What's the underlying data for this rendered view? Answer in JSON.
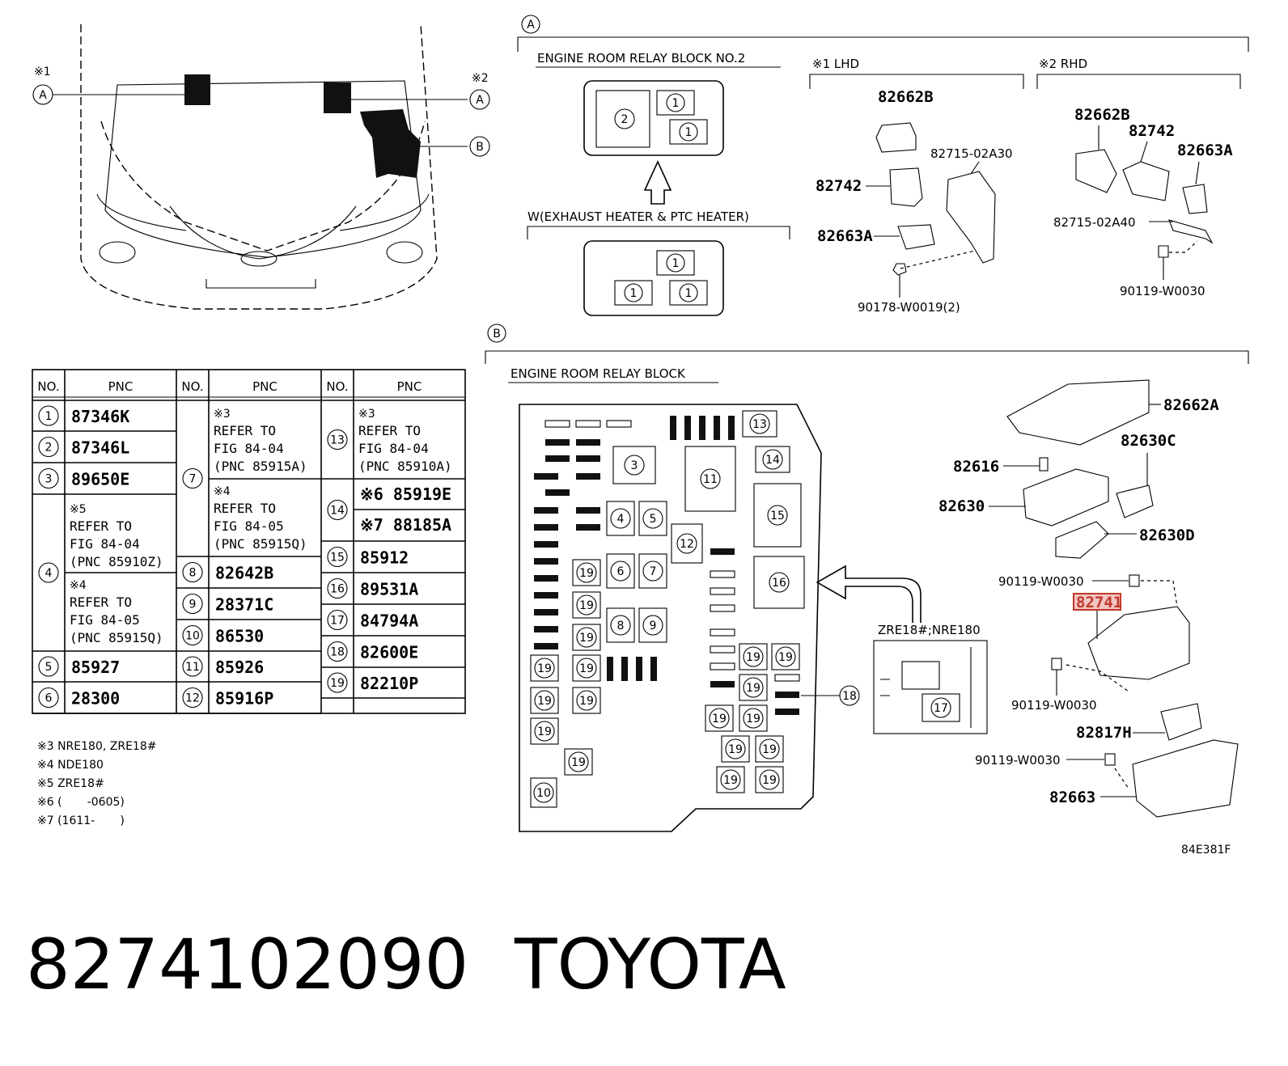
{
  "overview": {
    "note1": "※1",
    "note2": "※2",
    "callouts": [
      "A",
      "A",
      "B"
    ]
  },
  "section_a": {
    "marker": "A",
    "relay_block_title": "ENGINE ROOM RELAY BLOCK NO.2",
    "variant_label": "W(EXHAUST HEATER & PTC HEATER)",
    "lhd_label": "※1 LHD",
    "rhd_label": "※2 RHD",
    "block1_numbers": [
      "2",
      "1",
      "1"
    ],
    "block2_numbers": [
      "1",
      "1",
      "1"
    ],
    "lhd_parts": [
      "82662B",
      "82715-02A30",
      "82742",
      "82663A",
      "90178-W0019(2)"
    ],
    "rhd_parts": [
      "82662B",
      "82742",
      "82663A",
      "82715-02A40",
      "90119-W0030"
    ]
  },
  "section_b": {
    "marker": "B",
    "relay_block_title": "ENGINE ROOM RELAY BLOCK",
    "variant_label": "ZRE18#;NRE180",
    "slot_numbers": [
      "13",
      "3",
      "11",
      "14",
      "15",
      "4",
      "5",
      "12",
      "6",
      "7",
      "16",
      "8",
      "9",
      "17",
      "18",
      "10"
    ],
    "slot19": "19",
    "parts": [
      "82662A",
      "82630C",
      "82616",
      "82630",
      "82630D",
      "90119-W0030",
      "82741",
      "90119-W0030",
      "82817H",
      "90119-W0030",
      "82663"
    ],
    "highlight_part": "82741",
    "figure_code": "84E381F"
  },
  "table": {
    "headers": [
      "NO.",
      "PNC",
      "NO.",
      "PNC",
      "NO.",
      "PNC"
    ],
    "col1": [
      {
        "no": "1",
        "pnc": "87346K"
      },
      {
        "no": "2",
        "pnc": "87346L"
      },
      {
        "no": "3",
        "pnc": "89650E"
      },
      {
        "no": "4",
        "ref1": [
          "※5",
          "REFER TO",
          "FIG 84-04",
          "(PNC 85910Z)"
        ],
        "ref2": [
          "※4",
          "REFER TO",
          "FIG 84-05",
          "(PNC 85915Q)"
        ]
      },
      {
        "no": "5",
        "pnc": "85927"
      },
      {
        "no": "6",
        "pnc": "28300"
      }
    ],
    "col2": [
      {
        "no": "7",
        "ref1": [
          "※3",
          "REFER TO",
          "FIG 84-04",
          "(PNC 85915A)"
        ],
        "ref2": [
          "※4",
          "REFER TO",
          "FIG 84-05",
          "(PNC 85915Q)"
        ]
      },
      {
        "no": "8",
        "pnc": "82642B"
      },
      {
        "no": "9",
        "pnc": "28371C"
      },
      {
        "no": "10",
        "pnc": "86530"
      },
      {
        "no": "11",
        "pnc": "85926"
      },
      {
        "no": "12",
        "pnc": "85916P"
      }
    ],
    "col3": [
      {
        "no": "13",
        "ref1": [
          "※3",
          "REFER TO",
          "FIG 84-04",
          "(PNC 85910A)"
        ]
      },
      {
        "no": "14",
        "pnc_a": "※6 85919E",
        "pnc_b": "※7 88185A"
      },
      {
        "no": "15",
        "pnc": "85912"
      },
      {
        "no": "16",
        "pnc": "89531A"
      },
      {
        "no": "17",
        "pnc": "84794A"
      },
      {
        "no": "18",
        "pnc": "82600E"
      },
      {
        "no": "19",
        "pnc": "82210P"
      }
    ]
  },
  "notes": [
    "※3 NRE180, ZRE18#",
    "※4 NDE180",
    "※5 ZRE18#",
    "※6 (       -0605)",
    "※7 (1611-       )"
  ],
  "footer": {
    "part_number": "8274102090",
    "brand": "TOYOTA"
  }
}
